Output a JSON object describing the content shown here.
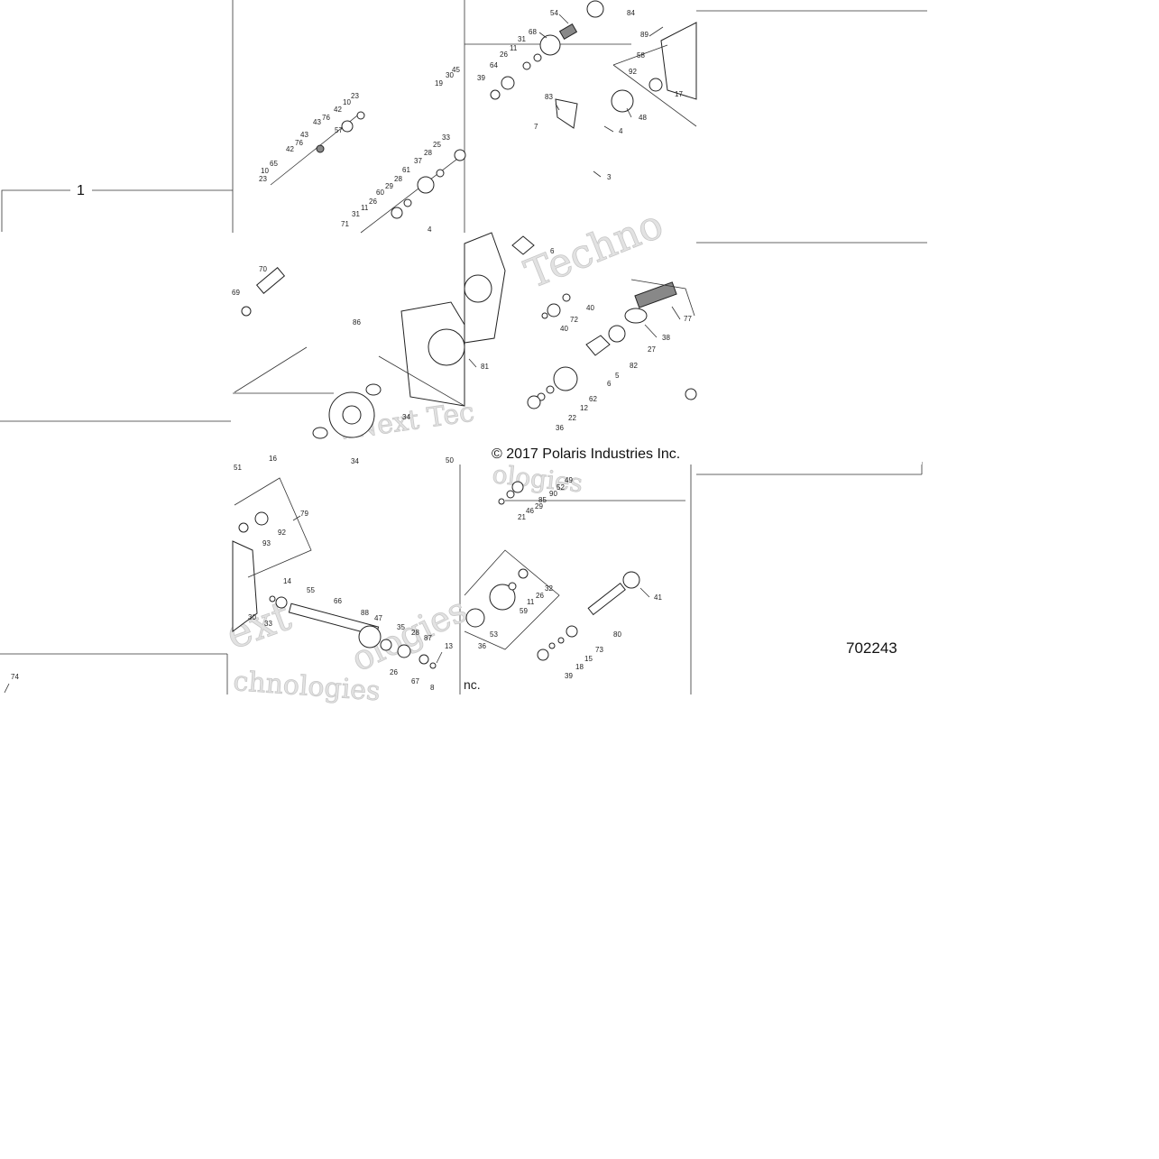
{
  "diagram": {
    "copyright": "© 2017 Polaris Industries Inc.",
    "copyright_fragment": "nc.",
    "reference_number": "702243",
    "group_label": "1",
    "watermark_fragments": [
      "VNext Tec",
      "Techno",
      "ext",
      "chnologies",
      "ologies",
      "ologies"
    ],
    "callouts": [
      {
        "id": "c1",
        "text": "54"
      },
      {
        "id": "c2",
        "text": "68"
      },
      {
        "id": "c3",
        "text": "31"
      },
      {
        "id": "c4",
        "text": "11"
      },
      {
        "id": "c5",
        "text": "26"
      },
      {
        "id": "c6",
        "text": "64"
      },
      {
        "id": "c7",
        "text": "39"
      },
      {
        "id": "c8",
        "text": "84"
      },
      {
        "id": "c9",
        "text": "89"
      },
      {
        "id": "c10",
        "text": "58"
      },
      {
        "id": "c11",
        "text": "92"
      },
      {
        "id": "c12",
        "text": "17"
      },
      {
        "id": "c13",
        "text": "83"
      },
      {
        "id": "c14",
        "text": "48"
      },
      {
        "id": "c15",
        "text": "7"
      },
      {
        "id": "c16",
        "text": "4"
      },
      {
        "id": "c17",
        "text": "3"
      },
      {
        "id": "c18",
        "text": "45"
      },
      {
        "id": "c19",
        "text": "30"
      },
      {
        "id": "c20",
        "text": "19"
      },
      {
        "id": "c21",
        "text": "23"
      },
      {
        "id": "c22",
        "text": "10"
      },
      {
        "id": "c23",
        "text": "42"
      },
      {
        "id": "c24",
        "text": "76"
      },
      {
        "id": "c25",
        "text": "57"
      },
      {
        "id": "c26",
        "text": "43"
      },
      {
        "id": "c27",
        "text": "43"
      },
      {
        "id": "c28",
        "text": "76"
      },
      {
        "id": "c29",
        "text": "42"
      },
      {
        "id": "c30",
        "text": "65"
      },
      {
        "id": "c31",
        "text": "10"
      },
      {
        "id": "c32",
        "text": "23"
      },
      {
        "id": "c33",
        "text": "33"
      },
      {
        "id": "c34",
        "text": "25"
      },
      {
        "id": "c35",
        "text": "28"
      },
      {
        "id": "c36",
        "text": "37"
      },
      {
        "id": "c37",
        "text": "61"
      },
      {
        "id": "c38",
        "text": "28"
      },
      {
        "id": "c39",
        "text": "29"
      },
      {
        "id": "c40",
        "text": "60"
      },
      {
        "id": "c41",
        "text": "26"
      },
      {
        "id": "c42",
        "text": "11"
      },
      {
        "id": "c43",
        "text": "31"
      },
      {
        "id": "c44",
        "text": "71"
      },
      {
        "id": "c45",
        "text": "4"
      },
      {
        "id": "c46",
        "text": "70"
      },
      {
        "id": "c47",
        "text": "69"
      },
      {
        "id": "c48",
        "text": "86"
      },
      {
        "id": "c49",
        "text": "34"
      },
      {
        "id": "c50",
        "text": "34"
      },
      {
        "id": "c51",
        "text": "16"
      },
      {
        "id": "c52",
        "text": "50"
      },
      {
        "id": "c53",
        "text": "6"
      },
      {
        "id": "c54",
        "text": "40"
      },
      {
        "id": "c55",
        "text": "72"
      },
      {
        "id": "c56",
        "text": "40"
      },
      {
        "id": "c57",
        "text": "81"
      },
      {
        "id": "c58",
        "text": "77"
      },
      {
        "id": "c59",
        "text": "38"
      },
      {
        "id": "c60",
        "text": "27"
      },
      {
        "id": "c61",
        "text": "82"
      },
      {
        "id": "c62",
        "text": "5"
      },
      {
        "id": "c63",
        "text": "6"
      },
      {
        "id": "c64",
        "text": "62"
      },
      {
        "id": "c65",
        "text": "12"
      },
      {
        "id": "c66",
        "text": "22"
      },
      {
        "id": "c67",
        "text": "36"
      },
      {
        "id": "c68",
        "text": "51"
      },
      {
        "id": "c69",
        "text": "79"
      },
      {
        "id": "c70",
        "text": "92"
      },
      {
        "id": "c71",
        "text": "93"
      },
      {
        "id": "c72",
        "text": "14"
      },
      {
        "id": "c73",
        "text": "55"
      },
      {
        "id": "c74",
        "text": "66"
      },
      {
        "id": "c75",
        "text": "88"
      },
      {
        "id": "c76",
        "text": "47"
      },
      {
        "id": "c77",
        "text": "35"
      },
      {
        "id": "c78",
        "text": "28"
      },
      {
        "id": "c79",
        "text": "87"
      },
      {
        "id": "c80",
        "text": "13"
      },
      {
        "id": "c81",
        "text": "26"
      },
      {
        "id": "c82",
        "text": "67"
      },
      {
        "id": "c83",
        "text": "8"
      },
      {
        "id": "c84",
        "text": "30"
      },
      {
        "id": "c85",
        "text": "33"
      },
      {
        "id": "c86",
        "text": "49"
      },
      {
        "id": "c87",
        "text": "52"
      },
      {
        "id": "c88",
        "text": "90"
      },
      {
        "id": "c89",
        "text": "85"
      },
      {
        "id": "c90",
        "text": "29"
      },
      {
        "id": "c91",
        "text": "46"
      },
      {
        "id": "c92",
        "text": "21"
      },
      {
        "id": "c93",
        "text": "32"
      },
      {
        "id": "c94",
        "text": "26"
      },
      {
        "id": "c95",
        "text": "11"
      },
      {
        "id": "c96",
        "text": "59"
      },
      {
        "id": "c97",
        "text": "53"
      },
      {
        "id": "c98",
        "text": "36"
      },
      {
        "id": "c99",
        "text": "41"
      },
      {
        "id": "c100",
        "text": "80"
      },
      {
        "id": "c101",
        "text": "73"
      },
      {
        "id": "c102",
        "text": "15"
      },
      {
        "id": "c103",
        "text": "18"
      },
      {
        "id": "c104",
        "text": "39"
      },
      {
        "id": "c105",
        "text": "74"
      }
    ]
  }
}
